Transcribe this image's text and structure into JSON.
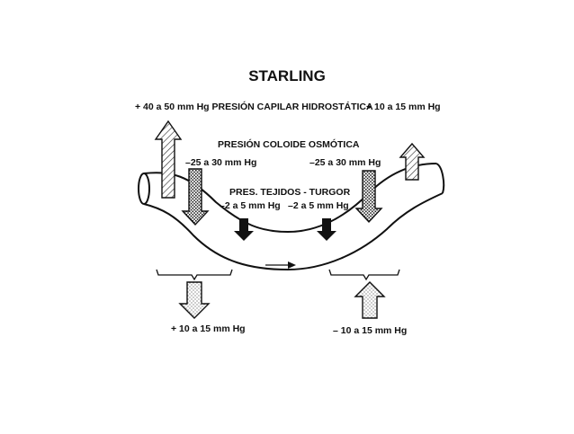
{
  "title": "STARLING",
  "labels": {
    "capillary_top_left": "+ 40 a 50 mm Hg PRESIÓN CAPILAR HIDROSTÁTICA",
    "capillary_top_right": "+ 10 a 15 mm Hg",
    "colloid_heading": "PRESIÓN COLOIDE OSMÓTICA",
    "colloid_left": "–25 a 30 mm Hg",
    "colloid_right": "–25 a 30 mm Hg",
    "tissue_heading": "PRES. TEJIDOS - TURGOR",
    "tissue_left": "–2 a 5 mm Hg",
    "tissue_right": "–2 a 5 mm Hg",
    "net_left": "+ 10 a 15 mm Hg",
    "net_right": "– 10 a 15 mm Hg"
  },
  "colors": {
    "stroke": "#111111",
    "fill": "#ffffff"
  }
}
